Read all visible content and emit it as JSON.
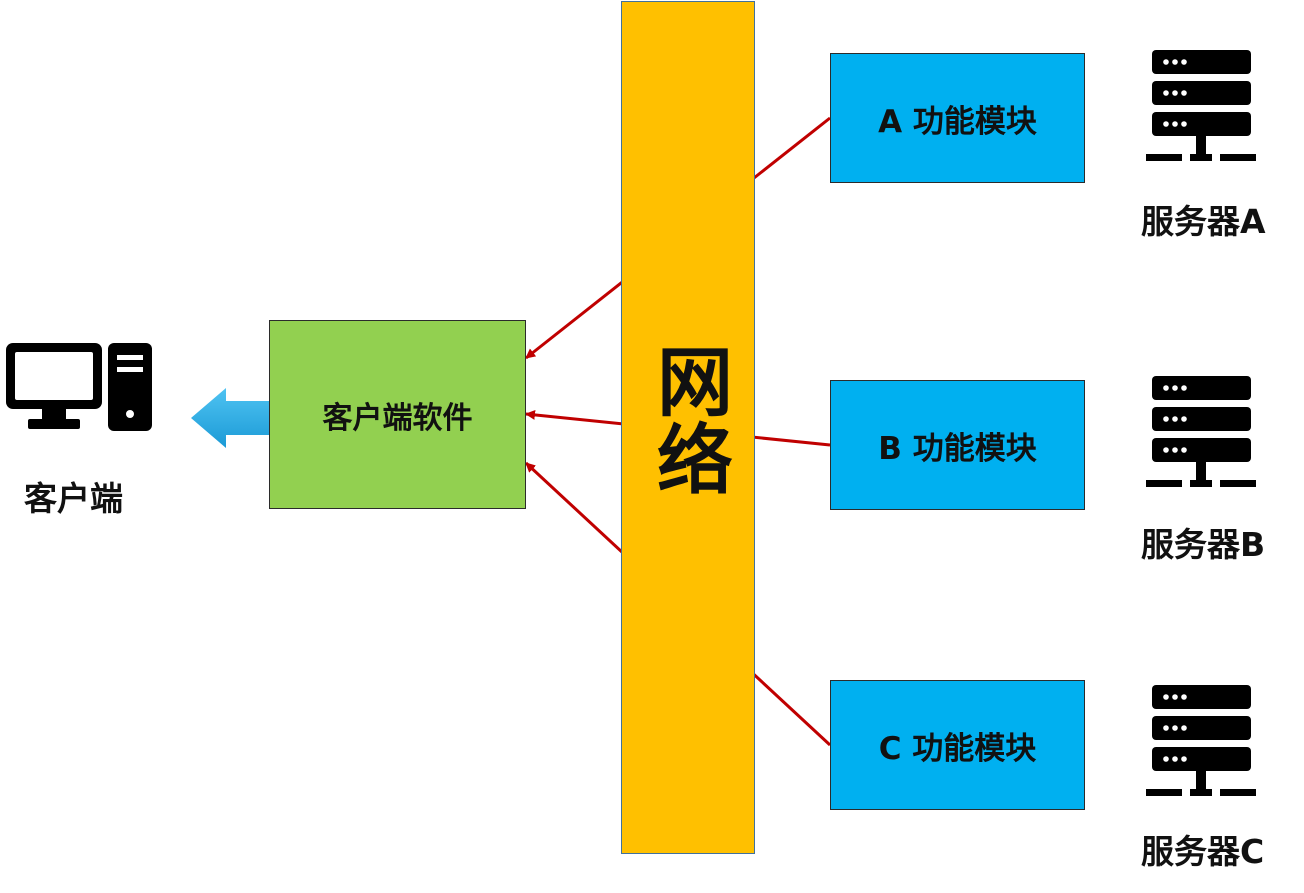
{
  "client": {
    "label": "客户端",
    "icon": "computer-icon"
  },
  "client_software": {
    "label": "客户端软件",
    "color": "#92d050"
  },
  "network": {
    "label": "网络",
    "color": "#ffc000"
  },
  "modules": [
    {
      "label": "A 功能模块",
      "color": "#00b0f0"
    },
    {
      "label": "B 功能模块",
      "color": "#00b0f0"
    },
    {
      "label": "C 功能模块",
      "color": "#00b0f0"
    }
  ],
  "servers": [
    {
      "label": "服务器A",
      "icon": "server-icon"
    },
    {
      "label": "服务器B",
      "icon": "server-icon"
    },
    {
      "label": "服务器C",
      "icon": "server-icon"
    }
  ],
  "colors": {
    "arrow": "#c00000",
    "client_arrow": "#29a8e0",
    "icon": "#000000"
  }
}
